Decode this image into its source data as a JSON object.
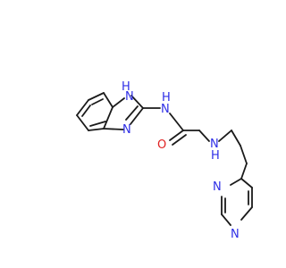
{
  "molecule": {
    "atom_labels": {
      "benzimidazole_nh": "H",
      "benzimidazole_n_top": "N",
      "benzimidazole_n_bottom": "N",
      "amide_nh_h": "H",
      "amide_n": "N",
      "carbonyl_o": "O",
      "amine_nh_h": "H",
      "amine_n": "N",
      "pyrazine_n_top": "N",
      "pyrazine_n_bottom": "N"
    },
    "colors": {
      "bond": "#1a1a1a",
      "nitrogen": "#2e2ee6",
      "oxygen": "#e02020",
      "background": "#ffffff"
    }
  }
}
